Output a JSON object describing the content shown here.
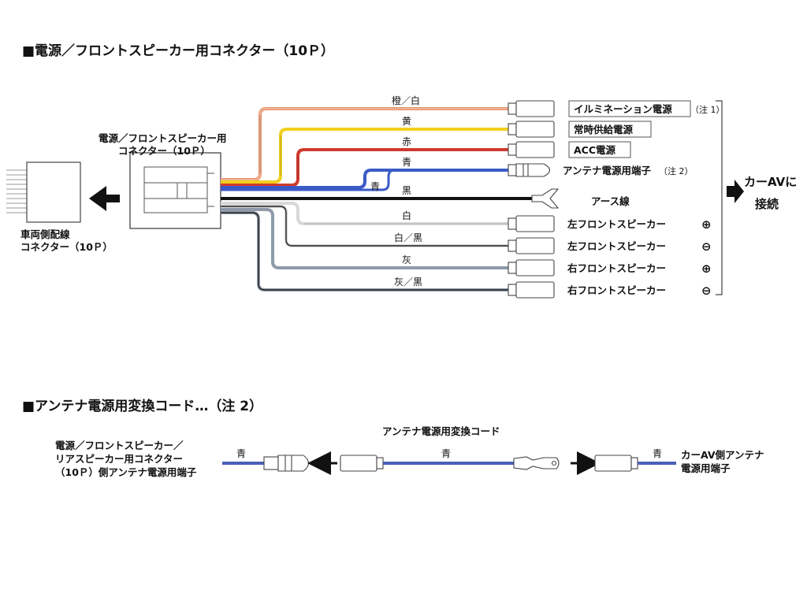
{
  "section1": {
    "title": "■電源／フロントスピーカー用コネクター（10Ｐ）",
    "vehicle_connector_label": [
      "車両側配線",
      "コネクター（10Ｐ）"
    ],
    "main_connector_label": [
      "電源／フロントスピーカー用",
      "コネクター（10Ｐ）"
    ],
    "wires": [
      {
        "color_name": "橙／白",
        "terminal": "イルミネーション電源",
        "note": "（注 1）",
        "stroke": "#e8926a"
      },
      {
        "color_name": "黄",
        "terminal": "常時供給電源",
        "note": "",
        "stroke": "#f2cf1e"
      },
      {
        "color_name": "赤",
        "terminal": "ACC電源",
        "note": "",
        "stroke": "#d03a2e"
      },
      {
        "color_name": "青",
        "terminal": "アンテナ電源用端子",
        "note": "（注 2）",
        "stroke": "#3a5bc7"
      },
      {
        "color_name": "黒",
        "terminal": "アース線",
        "note": "",
        "stroke": "#111111"
      },
      {
        "color_name": "白",
        "terminal": "左フロントスピーカー",
        "note": "",
        "polarity": "⊕",
        "stroke": "#d8d8d8"
      },
      {
        "color_name": "白／黒",
        "terminal": "左フロントスピーカー",
        "note": "",
        "polarity": "⊖",
        "stroke": "#d8d8d8"
      },
      {
        "color_name": "灰",
        "terminal": "右フロントスピーカー",
        "note": "",
        "polarity": "⊕",
        "stroke": "#8e9aa8"
      },
      {
        "color_name": "灰／黒",
        "terminal": "右フロントスピーカー",
        "note": "",
        "polarity": "⊖",
        "stroke": "#8e9aa8"
      }
    ],
    "blue_extra_label": "青",
    "car_av_label": [
      "カーAVに",
      "接続"
    ]
  },
  "section2": {
    "title": "■アンテナ電源用変換コード…（注 2）",
    "left_label": [
      "電源／フロントスピーカー／",
      "リアスピーカー用コネクター",
      "（10Ｐ）側アンテナ電源用端子"
    ],
    "cord_label": "アンテナ電源用変換コード",
    "wire_left": "青",
    "wire_mid": "青",
    "wire_right": "青",
    "right_label": [
      "カーAV側アンテナ",
      "電源用端子"
    ],
    "wire_color": "#4a5fb5"
  }
}
